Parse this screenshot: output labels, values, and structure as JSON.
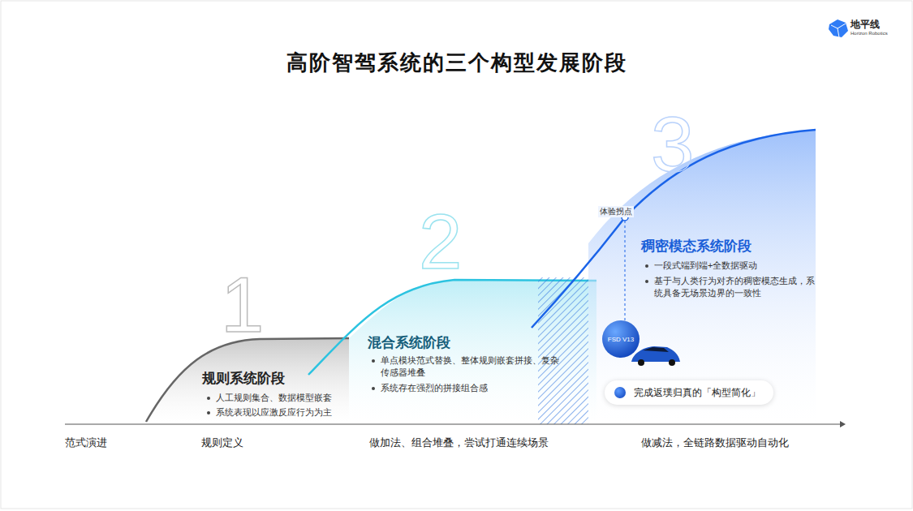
{
  "diagram": {
    "title": "高阶智驾系统的三个构型发展阶段",
    "nodes": [
      {
        "text": [
          "FSD V13"
        ]
      },
      {
        "text": [
          "完成返璞归真的「构型简化」"
        ]
      }
    ],
    "labels": [
      "地平线",
      "Horizon Robotics",
      "1",
      "2",
      "3",
      "规则系统阶段",
      "人工规则集合、数据模型嵌套",
      "系统表现以应激反应行为为主",
      "混合系统阶段",
      "单点模块范式替换、整体规则嵌套拼接、复杂传感器堆叠",
      "系统存在强烈的拼接组合感",
      "体验拐点",
      "稠密模态系统阶段",
      "一段式端到端+全数据驱动",
      "基于与人类行为对齐的稠密模态生成，系统具备无场景边界的一致性",
      "范式演进",
      "规则定义",
      "做加法、组合堆叠，尝试打通连续场景",
      "做减法，全链路数据驱动自动化"
    ]
  }
}
